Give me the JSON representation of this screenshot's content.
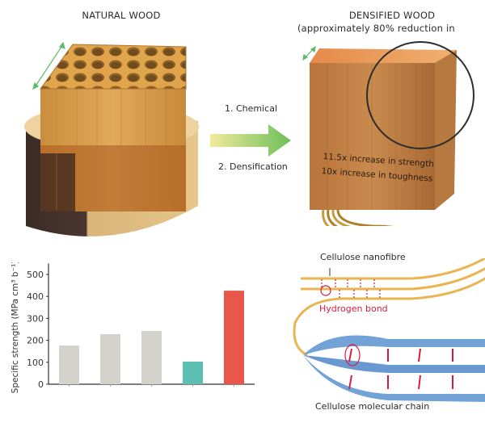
{
  "natural": {
    "title": "NATURAL WOOD"
  },
  "densified": {
    "title": "DENSIFIED WOOD",
    "subtitle": "(approximately 80% reduction in",
    "strength_text": "11.5x increase in strength",
    "toughness_text": "10x increase in toughness"
  },
  "process": {
    "step1": "1. Chemical",
    "step2": "2. Densification"
  },
  "molecular": {
    "nanofibre_label": "Cellulose nanofibre",
    "hbond_label": "Hydrogen bond",
    "chain_label": "Cellulose molecular chain"
  },
  "colors": {
    "bar_grey": "#d3d2cc",
    "bar_teal": "#5cbfb1",
    "bar_red": "#e9564a",
    "arrow_green": "#6cbf5a",
    "hbond_red": "#d21f3c"
  },
  "chart_data": {
    "type": "bar",
    "title": "",
    "xlabel": "",
    "ylabel": "Specific strength (MPa cm³ b⁻¹)",
    "categories": [
      "",
      "",
      "",
      "",
      ""
    ],
    "values": [
      176,
      228,
      243,
      103,
      426
    ],
    "bar_colors": [
      "#d3d2cc",
      "#d3d2cc",
      "#d3d2cc",
      "#5cbfb1",
      "#e9564a"
    ],
    "ylim": [
      0,
      550
    ],
    "yticks": [
      0,
      100,
      200,
      300,
      400,
      500
    ],
    "grid": false
  }
}
